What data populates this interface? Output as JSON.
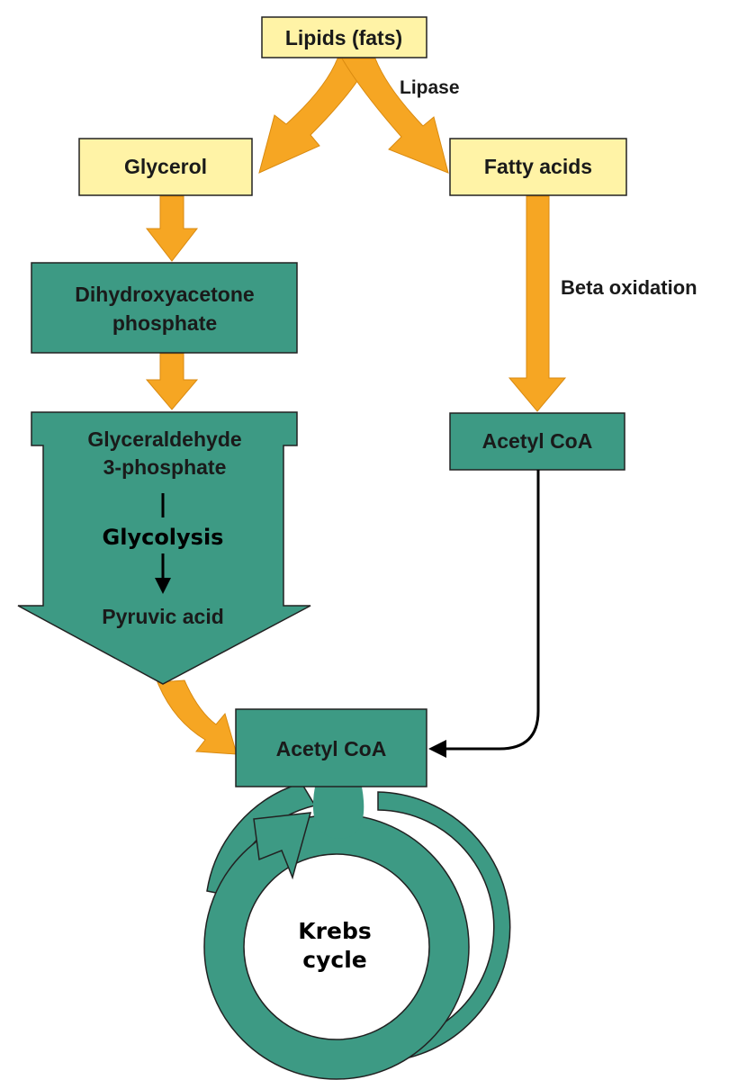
{
  "colors": {
    "yellow_box": "#fff3a6",
    "teal_box": "#3d9a84",
    "orange_arrow": "#f6a623",
    "outline": "#222222",
    "connector": "#000000"
  },
  "nodes": {
    "lipids": "Lipids (fats)",
    "glycerol": "Glycerol",
    "fatty_acids": "Fatty acids",
    "dhap_line1": "Dihydroxyacetone",
    "dhap_line2": "phosphate",
    "g3p_line1": "Glyceraldehyde",
    "g3p_line2": "3-phosphate",
    "glycolysis": "Glycolysis",
    "pyruvic_acid": "Pyruvic acid",
    "acetyl_coa_right": "Acetyl CoA",
    "acetyl_coa_bottom": "Acetyl CoA",
    "krebs_line1": "Krebs",
    "krebs_line2": "cycle"
  },
  "edge_labels": {
    "lipase": "Lipase",
    "beta_oxidation": "Beta oxidation"
  },
  "icons": [
    "arrow-down-icon",
    "arrow-cycle-icon"
  ]
}
